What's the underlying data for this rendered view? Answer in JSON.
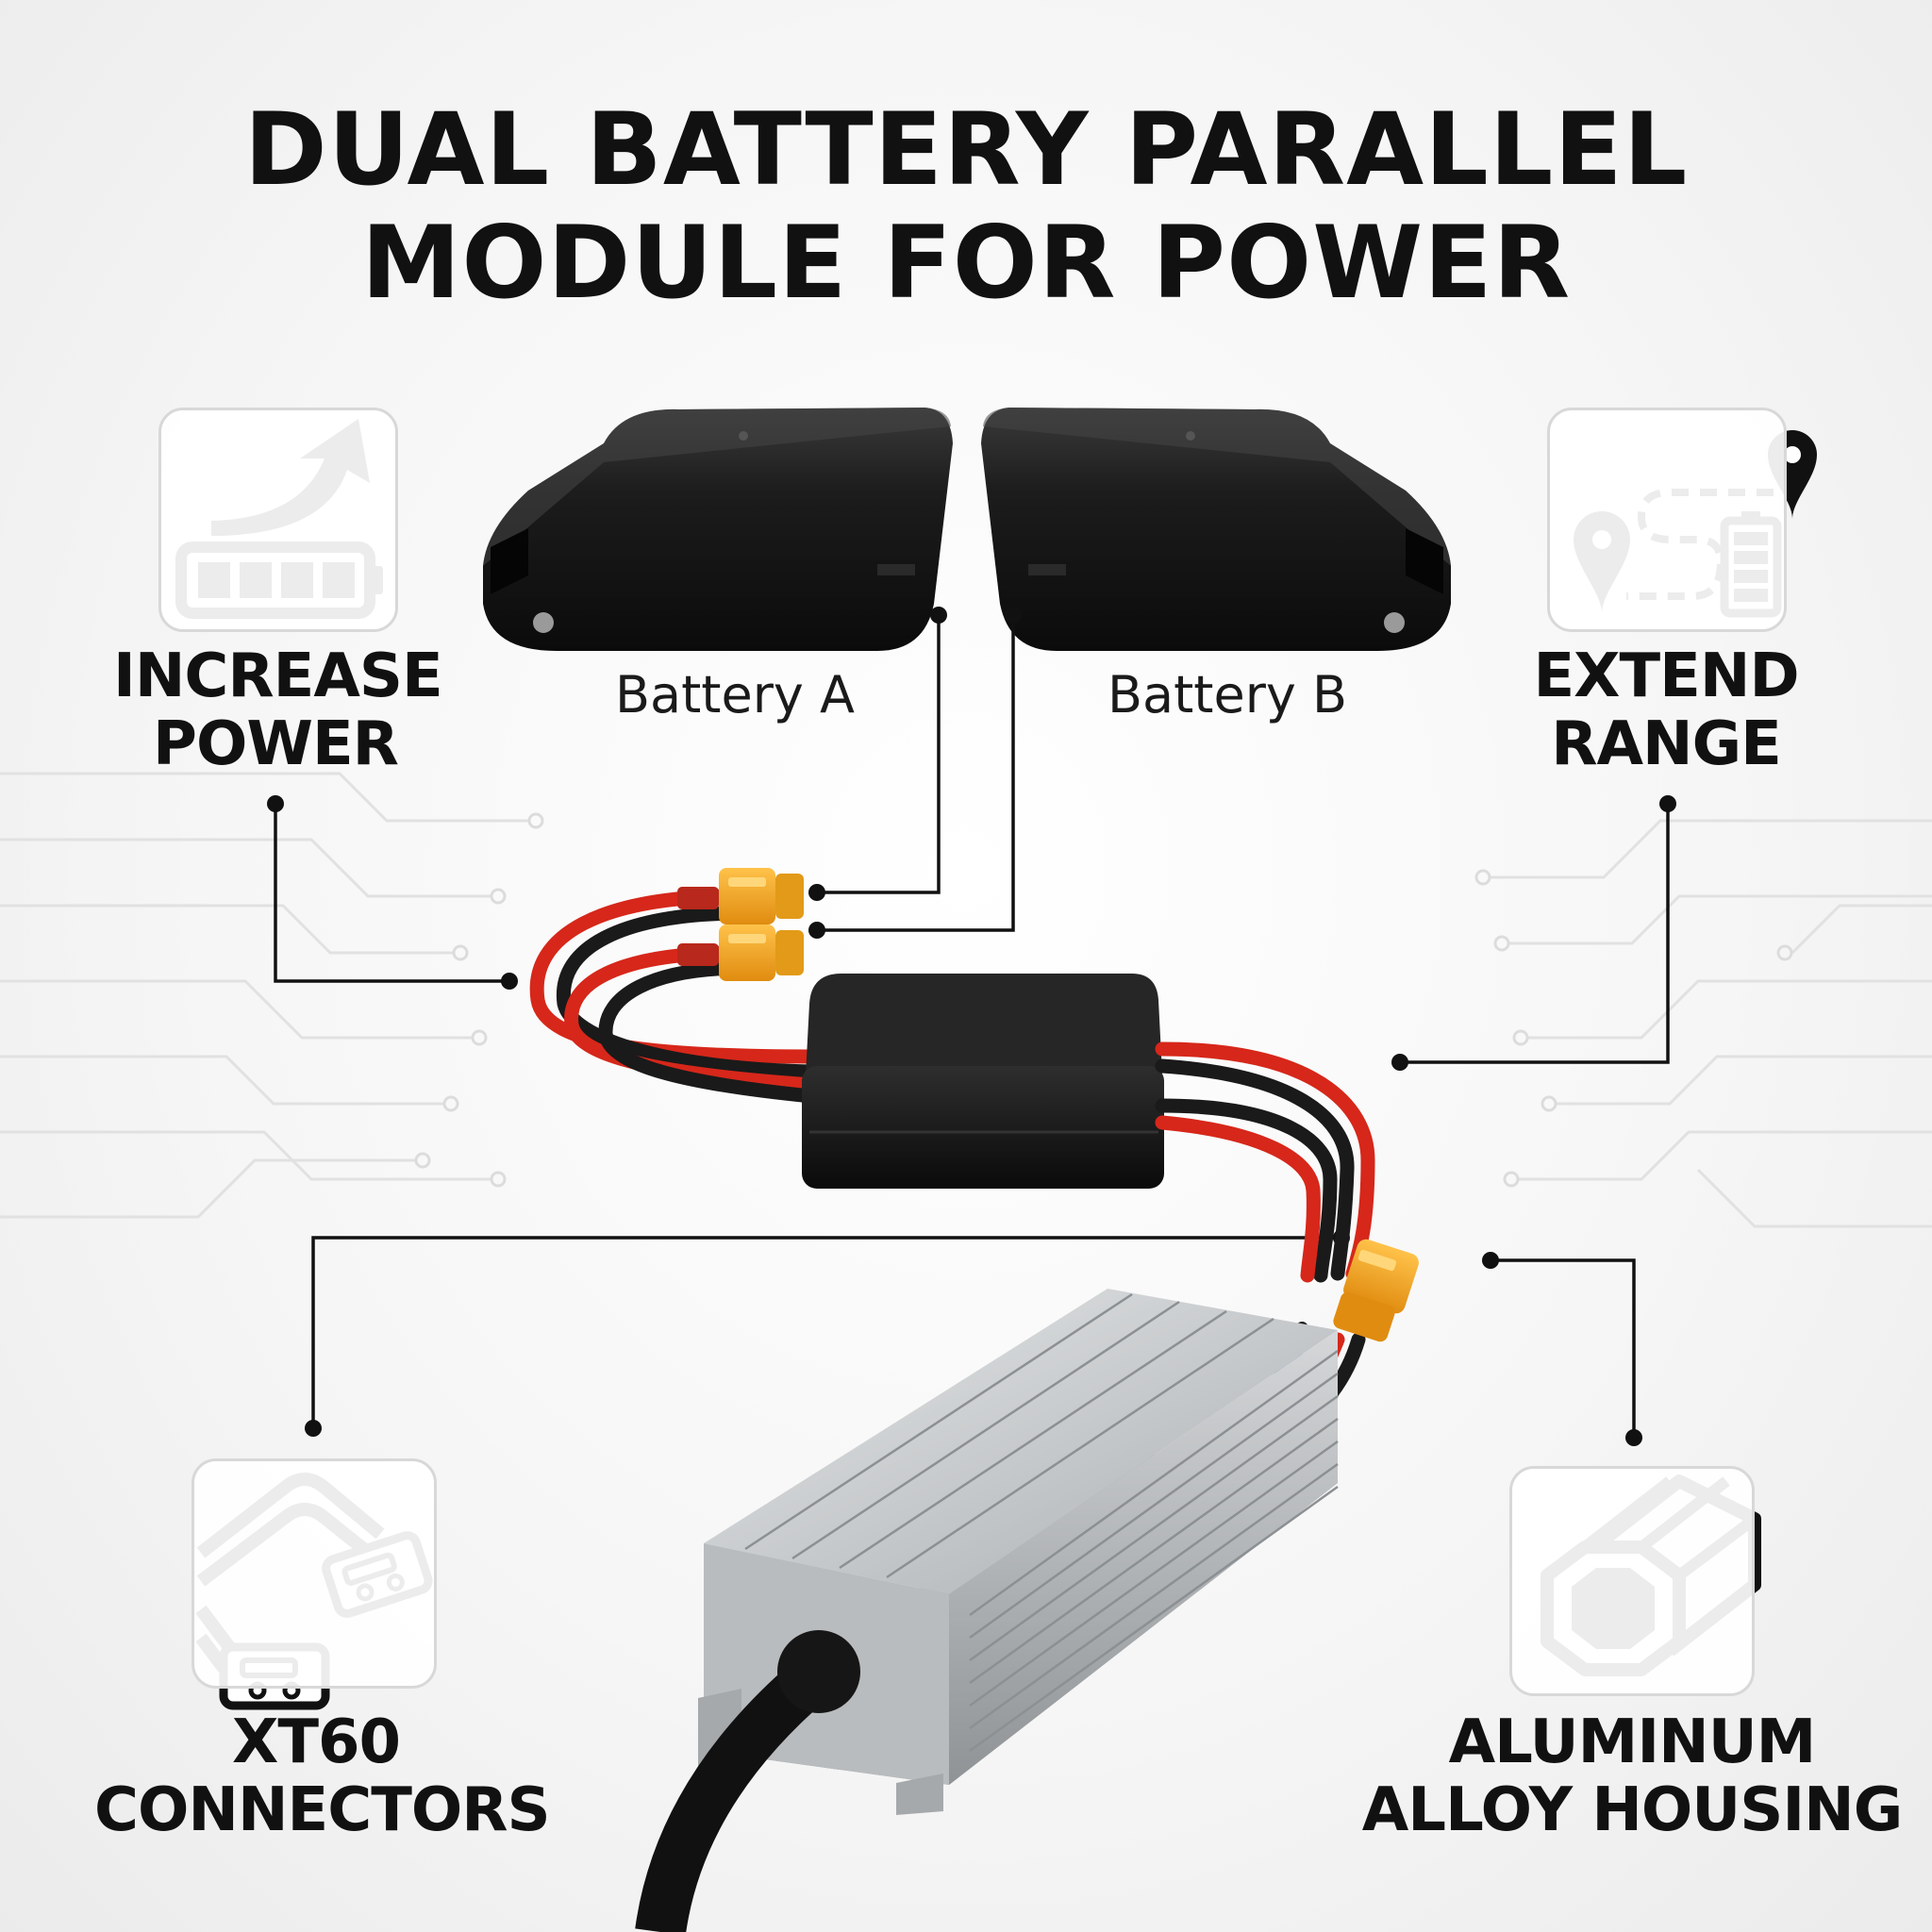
{
  "title": {
    "line1": "DUAL BATTERY PARALLEL",
    "line2": "MODULE FOR POWER"
  },
  "batteries": [
    {
      "label": "Battery A"
    },
    {
      "label": "Battery B"
    }
  ],
  "features": {
    "increase_power": {
      "line1": "INCREASE",
      "line2": "POWER",
      "icon": "battery-boost-icon"
    },
    "extend_range": {
      "line1": "EXTEND",
      "line2": "RANGE",
      "icon": "route-range-icon"
    },
    "xt60": {
      "line1": "XT60",
      "line2": "CONNECTORS",
      "icon": "xt60-connector-icon"
    },
    "aluminum": {
      "line1": "ALUMINUM",
      "line2": "ALLOY HOUSING",
      "icon": "aluminum-profile-icon"
    }
  },
  "colors": {
    "text": "#111111",
    "connector_yellow": "#f3a51c",
    "wire_red": "#d6271a",
    "wire_black": "#1a1a1a",
    "aluminum": "#c8cacb"
  }
}
